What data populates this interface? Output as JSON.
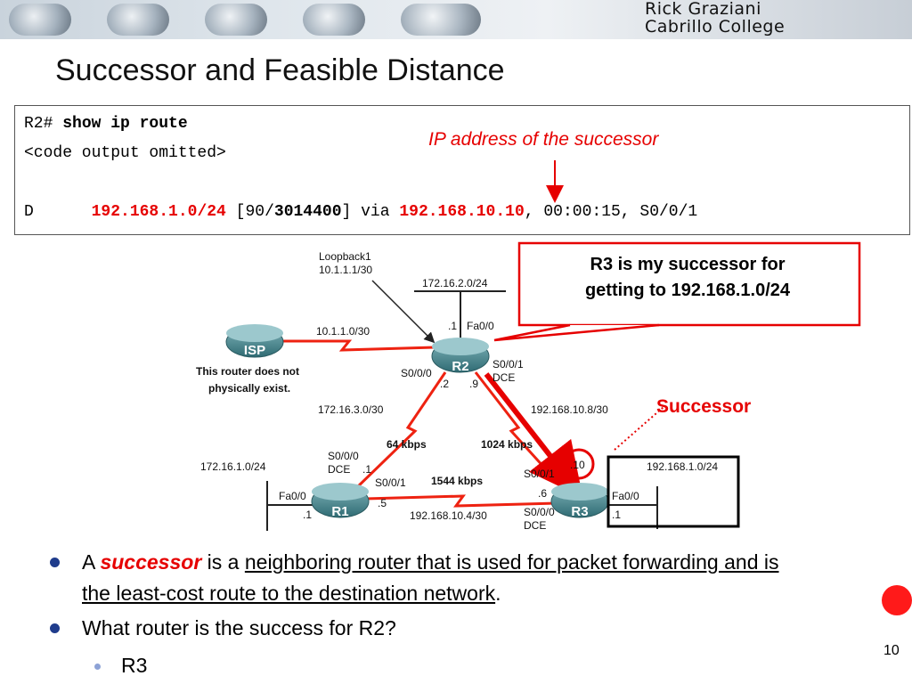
{
  "header": {
    "author_line1": "Rick Graziani",
    "author_line2": "Cabrillo College"
  },
  "slide": {
    "title": "Successor and Feasible Distance",
    "page_number": "10"
  },
  "code": {
    "prompt": "R2#",
    "command": "show ip route",
    "omitted": "<code output omitted>",
    "route_code": "D",
    "route_network": "192.168.1.0/24",
    "metric_open": "[90/",
    "metric_fd": "3014400",
    "metric_close": "] via",
    "next_hop": "192.168.10.10",
    "route_tail": ", 00:00:15, S0/0/1"
  },
  "annotation": "IP address of the successor",
  "callout": {
    "line1": "R3 is my successor for",
    "line2": "getting to 192.168.1.0/24"
  },
  "successor_label": "Successor",
  "diagram": {
    "loopback_name": "Loopback1",
    "loopback_ip": "10.1.1.1/30",
    "net_r2_lan": "172.16.2.0/24",
    "r2_fa_host": ".1",
    "r2_fa": "Fa0/0",
    "isp_link": "10.1.1.0/30",
    "isp_label": "ISP",
    "isp_note_line1": "This router does not",
    "isp_note_line2": "physically exist.",
    "r2_label": "R2",
    "r2_s000": "S0/0/0",
    "r2_s001": "S0/0/1",
    "r2_dce": "DCE",
    "r2_host2": ".2",
    "r2_host9": ".9",
    "net_r1_r2": "172.16.3.0/30",
    "net_r2_r3": "192.168.10.8/30",
    "bw_r1_r2": "64 kbps",
    "bw_r2_r3": "1024 kbps",
    "r1_s000": "S0/0/0",
    "r1_dce": "DCE",
    "r1_host1": ".1",
    "r1_lan": "172.16.1.0/24",
    "r1_fa": "Fa0/0",
    "r1_fa_host": ".1",
    "r1_label": "R1",
    "r1_s001": "S0/0/1",
    "r1_host5": ".5",
    "bw_r1_r3": "1544 kbps",
    "net_r1_r3": "192.168.10.4/30",
    "r3_s001": "S0/0/1",
    "r3_host10": ".10",
    "r3_host6": ".6",
    "r3_s000": "S0/0/0",
    "r3_dce": "DCE",
    "r3_label": "R3",
    "r3_fa": "Fa0/0",
    "r3_fa_host": ".1",
    "r3_lan": "192.168.1.0/24"
  },
  "bullets": {
    "b1_a": "A",
    "b1_successor": "successor",
    "b1_is": "is a",
    "b1_def": "neighboring router that is used for packet forwarding and is the least-cost route to the destination network",
    "b1_end": ".",
    "b2": "What router is the success for R2?",
    "b3": "R3"
  },
  "colors": {
    "accent_red": "#e60000",
    "bullet_blue": "#1f3c8c",
    "router_teal": "#3f7f87"
  }
}
